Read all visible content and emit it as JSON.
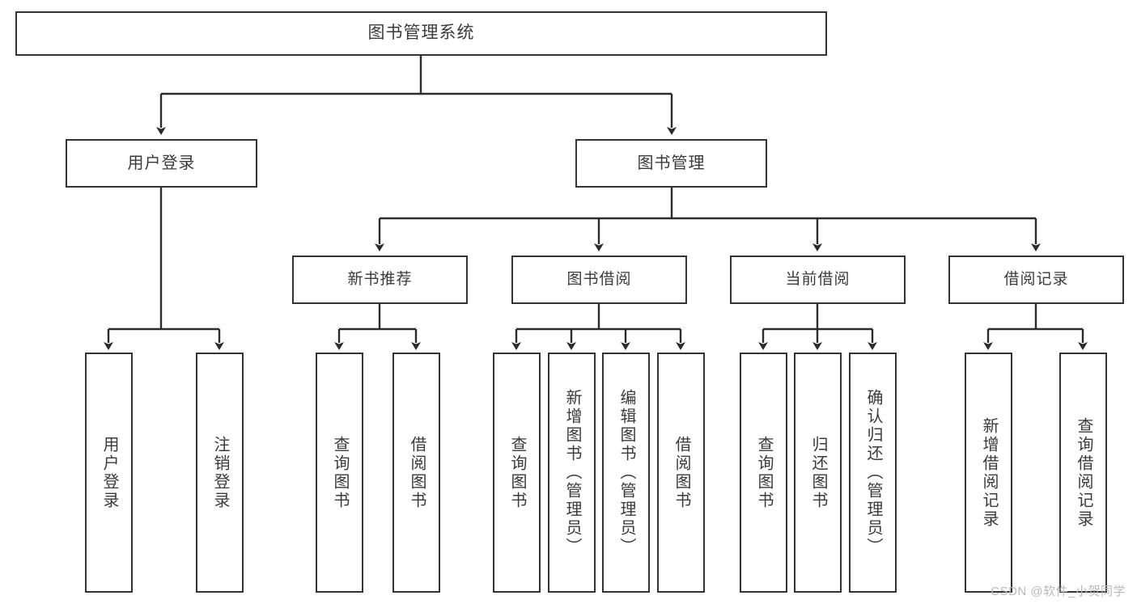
{
  "diagram": {
    "title": "图书管理系统",
    "watermark": "CSDN @软件_小贺同学",
    "stroke_color": "#333333",
    "text_color": "#3a3a3a",
    "background": "#ffffff"
  },
  "root": {
    "label": "图书管理系统"
  },
  "level1": [
    {
      "label": "用户登录"
    },
    {
      "label": "图书管理"
    }
  ],
  "level2": [
    {
      "label": "新书推荐"
    },
    {
      "label": "图书借阅"
    },
    {
      "label": "当前借阅"
    },
    {
      "label": "借阅记录"
    }
  ],
  "leaves": {
    "user_login": [
      {
        "label": "用户登录"
      },
      {
        "label": "注销登录"
      }
    ],
    "new_book": [
      {
        "label": "查询图书"
      },
      {
        "label": "借阅图书"
      }
    ],
    "book_borrow": [
      {
        "label": "查询图书"
      },
      {
        "label": "新增图书（管理员）"
      },
      {
        "label": "编辑图书（管理员）"
      },
      {
        "label": "借阅图书"
      }
    ],
    "current_borrow": [
      {
        "label": "查询图书"
      },
      {
        "label": "归还图书"
      },
      {
        "label": "确认归还（管理员）"
      }
    ],
    "borrow_record": [
      {
        "label": "新增借阅记录"
      },
      {
        "label": "查询借阅记录"
      }
    ]
  }
}
